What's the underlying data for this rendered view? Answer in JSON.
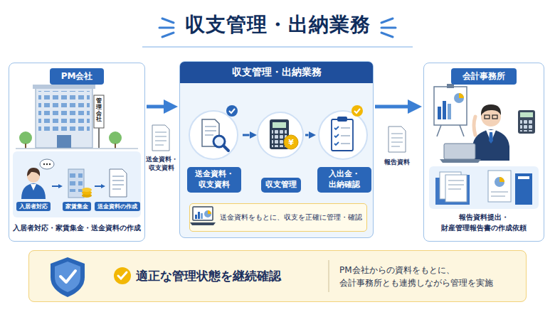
{
  "diagram": {
    "title": "収支管理・出納業務",
    "nodes": [
      {
        "text": [
          "PM会社",
          "入居者対応・家賃集金・送金資料の作成"
        ]
      },
      {
        "text": [
          "収支管理・出納業務"
        ]
      },
      {
        "text": [
          "送金資料・ 収支資料"
        ],
        "in": 1
      },
      {
        "text": [
          "収支管理"
        ],
        "in": 1
      },
      {
        "text": [
          "入出金・ 出納確認"
        ],
        "in": 1
      },
      {
        "text": [
          "送金資料をもとに、収支を正確に管理・確認"
        ],
        "in": 1
      },
      {
        "text": [
          "会計事務所",
          "報告資料提出・ 財産管理報告書の作成依頼"
        ]
      },
      {
        "text": [
          "適正な管理状態を継続確認",
          "PM会社からの資料をもとに、 会計事務所とも連携しながら管理を実施"
        ]
      }
    ],
    "edges": [
      {
        "from": 0,
        "to": 1,
        "label": "送金資料・ 収支資料",
        "arrow": "to"
      },
      {
        "from": 2,
        "to": 3,
        "arrow": "to"
      },
      {
        "from": 3,
        "to": 4,
        "arrow": "to"
      },
      {
        "from": 1,
        "to": 6,
        "label": "報告資料",
        "arrow": "to"
      }
    ],
    "labels": [
      "管理会社",
      "入居者対応",
      "家賃集金",
      "送金資料の作成",
      "¥"
    ]
  }
}
